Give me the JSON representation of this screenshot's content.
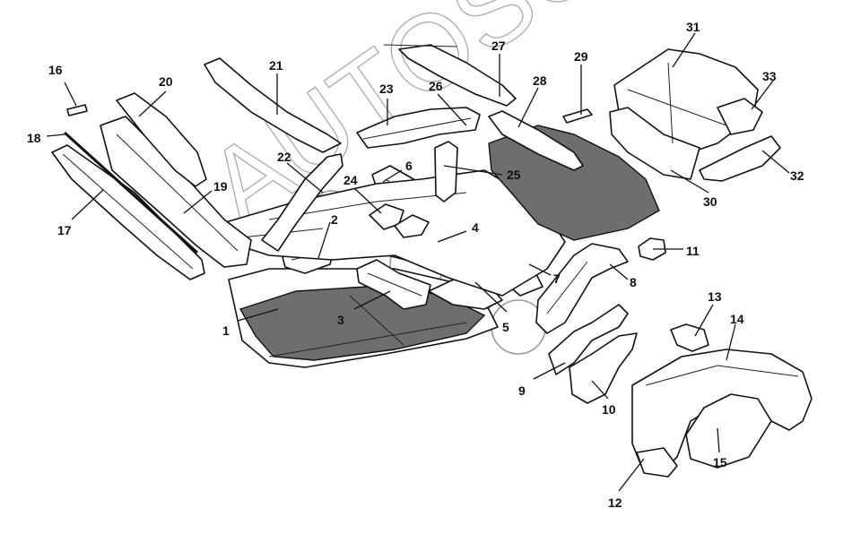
{
  "diagram": {
    "type": "exploded-parts-diagram",
    "callouts": [
      "1",
      "2",
      "3",
      "4",
      "5",
      "6",
      "7",
      "8",
      "9",
      "10",
      "11",
      "12",
      "13",
      "14",
      "15",
      "16",
      "17",
      "18",
      "19",
      "20",
      "21",
      "22",
      "23",
      "24",
      "25",
      "26",
      "27",
      "28",
      "29",
      "30",
      "31",
      "32",
      "33"
    ],
    "watermark": "AUTOSOFT"
  }
}
